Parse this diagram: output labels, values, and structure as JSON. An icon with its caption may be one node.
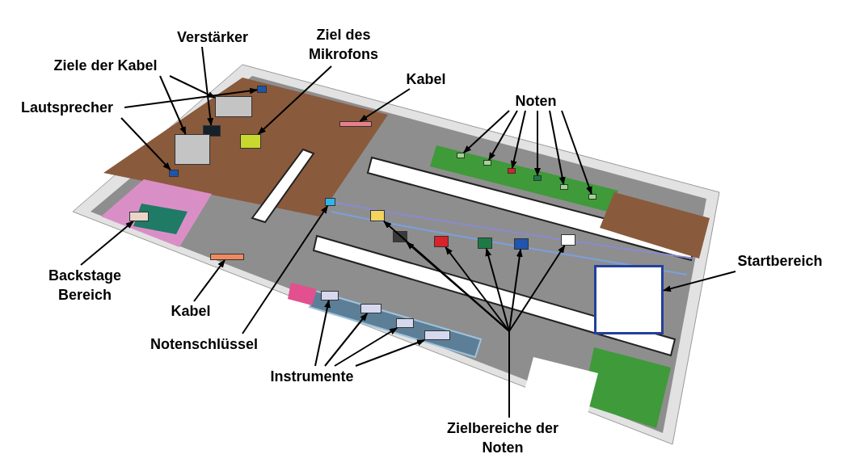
{
  "diagram": {
    "nodes": [
      {
        "text": [
          "Verstärker"
        ]
      },
      {
        "text": [],
        "shape": "box"
      },
      {
        "text": [
          "Ziel des Mikrofons"
        ]
      },
      {
        "text": [],
        "shape": "box"
      },
      {
        "text": [
          "Ziele der Kabel"
        ]
      },
      {
        "text": [],
        "shape": "box"
      },
      {
        "text": [],
        "shape": "box"
      },
      {
        "text": [
          "Lautsprecher"
        ]
      },
      {
        "text": [],
        "shape": "box"
      },
      {
        "text": [],
        "shape": "box"
      },
      {
        "text": [
          "Kabel"
        ]
      },
      {
        "text": [],
        "shape": "box"
      },
      {
        "text": [
          "Noten"
        ]
      },
      {
        "text": [],
        "shape": "box"
      },
      {
        "text": [],
        "shape": "box"
      },
      {
        "text": [],
        "shape": "box"
      },
      {
        "text": [],
        "shape": "box"
      },
      {
        "text": [],
        "shape": "box"
      },
      {
        "text": [],
        "shape": "box"
      },
      {
        "text": [
          "Startbereich"
        ]
      },
      {
        "text": [],
        "shape": "box"
      },
      {
        "text": [
          "Backstage Bereich"
        ]
      },
      {
        "text": [],
        "shape": "box"
      },
      {
        "text": [
          "Kabel"
        ]
      },
      {
        "text": [],
        "shape": "box"
      },
      {
        "text": [
          "Notenschlüssel"
        ]
      },
      {
        "text": [],
        "shape": "box"
      },
      {
        "text": [
          "Instrumente"
        ]
      },
      {
        "text": [],
        "shape": "box"
      },
      {
        "text": [],
        "shape": "box"
      },
      {
        "text": [],
        "shape": "box"
      },
      {
        "text": [],
        "shape": "box"
      },
      {
        "text": [
          "Zielbereiche der Noten"
        ]
      },
      {
        "text": [],
        "shape": "box"
      },
      {
        "text": [],
        "shape": "box"
      },
      {
        "text": [],
        "shape": "box"
      },
      {
        "text": [],
        "shape": "box"
      },
      {
        "text": [],
        "shape": "box"
      },
      {
        "text": [],
        "shape": "box"
      }
    ],
    "edges": [
      {
        "from": 0,
        "to": 1,
        "arrow": "to"
      },
      {
        "from": 2,
        "to": 3,
        "arrow": "to"
      },
      {
        "from": 4,
        "to": 5,
        "arrow": "to"
      },
      {
        "from": 4,
        "to": 6,
        "arrow": "to"
      },
      {
        "from": 7,
        "to": 8,
        "arrow": "to"
      },
      {
        "from": 7,
        "to": 9,
        "arrow": "to"
      },
      {
        "from": 10,
        "to": 11,
        "arrow": "to"
      },
      {
        "from": 12,
        "to": 13,
        "arrow": "to"
      },
      {
        "from": 12,
        "to": 14,
        "arrow": "to"
      },
      {
        "from": 12,
        "to": 15,
        "arrow": "to"
      },
      {
        "from": 12,
        "to": 16,
        "arrow": "to"
      },
      {
        "from": 12,
        "to": 17,
        "arrow": "to"
      },
      {
        "from": 12,
        "to": 18,
        "arrow": "to"
      },
      {
        "from": 19,
        "to": 20,
        "arrow": "to"
      },
      {
        "from": 21,
        "to": 22,
        "arrow": "to"
      },
      {
        "from": 23,
        "to": 24,
        "arrow": "to"
      },
      {
        "from": 25,
        "to": 26,
        "arrow": "to"
      },
      {
        "from": 27,
        "to": 28,
        "arrow": "to"
      },
      {
        "from": 27,
        "to": 29,
        "arrow": "to"
      },
      {
        "from": 27,
        "to": 30,
        "arrow": "to"
      },
      {
        "from": 27,
        "to": 31,
        "arrow": "to"
      },
      {
        "from": 32,
        "to": 33,
        "arrow": "to"
      },
      {
        "from": 32,
        "to": 34,
        "arrow": "to"
      },
      {
        "from": 32,
        "to": 35,
        "arrow": "to"
      },
      {
        "from": 32,
        "to": 36,
        "arrow": "to"
      },
      {
        "from": 32,
        "to": 37,
        "arrow": "to"
      },
      {
        "from": 32,
        "to": 38,
        "arrow": "to"
      }
    ]
  }
}
